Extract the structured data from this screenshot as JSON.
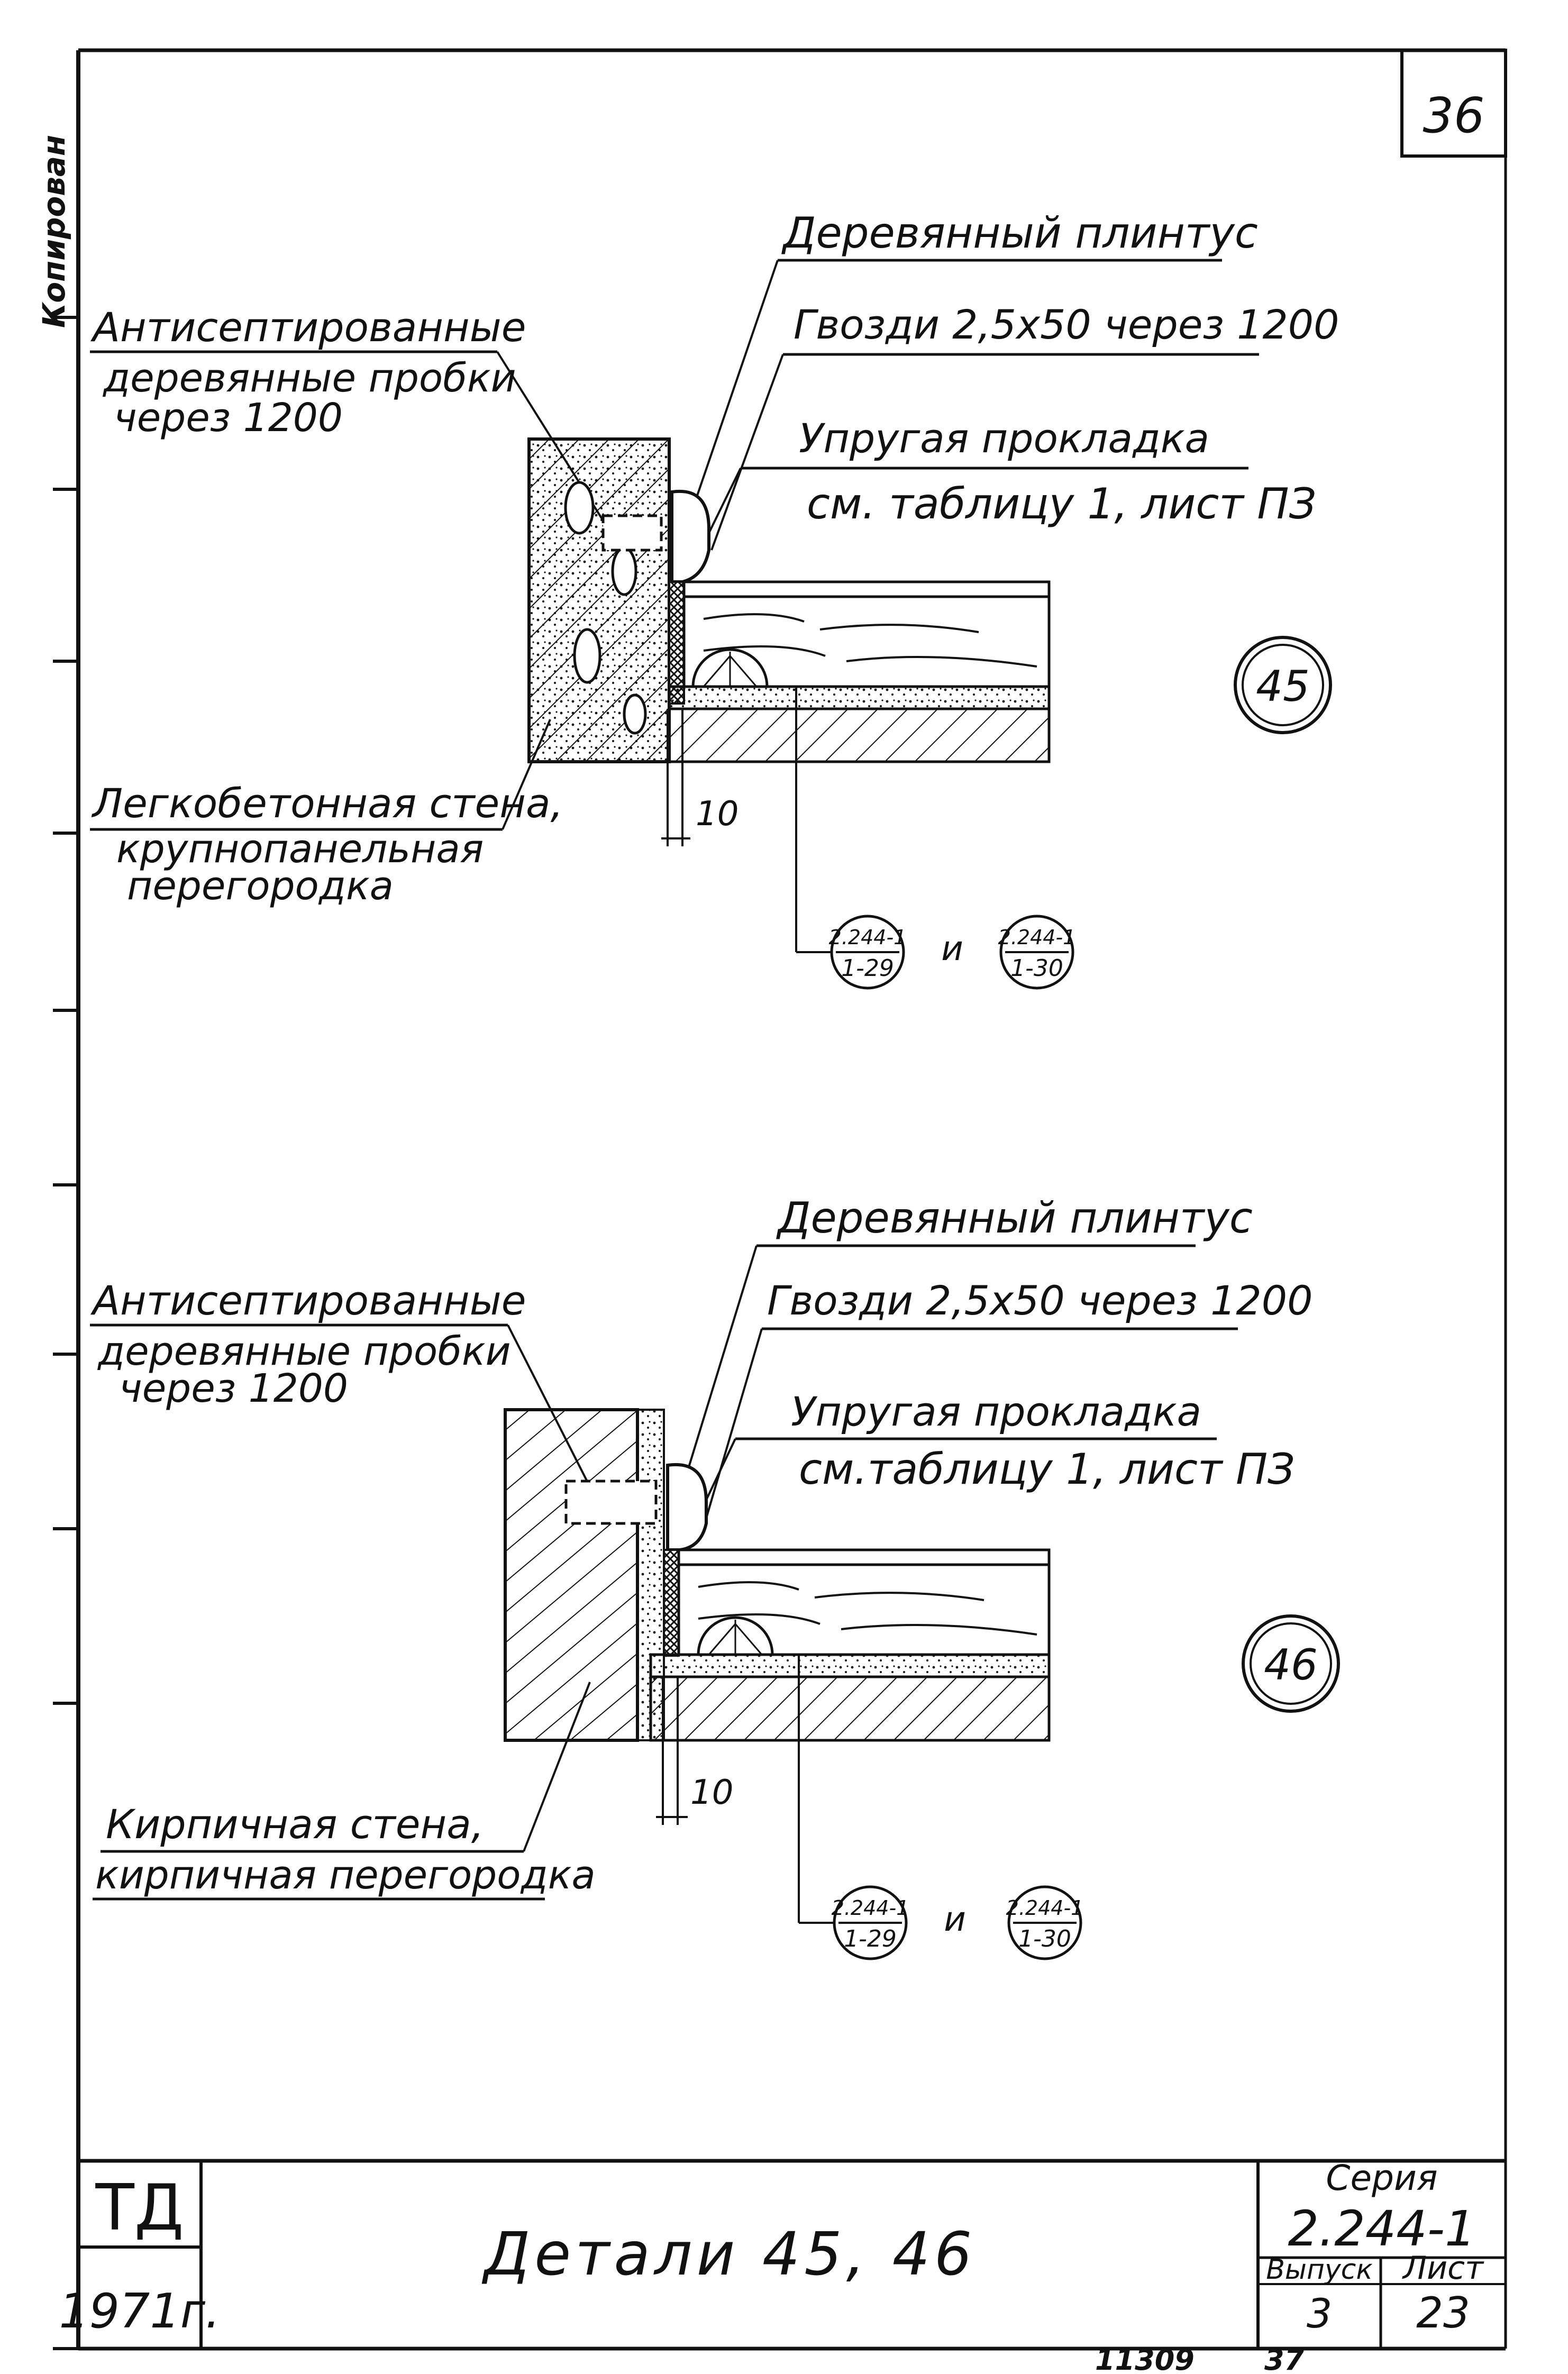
{
  "sheet": {
    "page_number": "36",
    "side_stamp": "Копирован",
    "bottom_left_number": "11309",
    "bottom_right_number": "37"
  },
  "detail_45": {
    "label_skirting": "Деревянный плинтус",
    "label_nails": "Гвозди 2,5х50 через 1200",
    "label_gasket_1": "Упругая прокладка",
    "label_gasket_2": "см. таблицу 1, лист ПЗ",
    "label_plugs_1": "Антисептированные",
    "label_plugs_2": "деревянные пробки",
    "label_plugs_3": "через 1200",
    "label_wall_1": "Легкобетонная стена,",
    "label_wall_2": "крупнопанельная",
    "label_wall_3": "перегородка",
    "dim": "10",
    "marker": "45",
    "ref1_top": "2.244-1",
    "ref1_bottom": "1-29",
    "ref_and": "и",
    "ref2_top": "2.244-1",
    "ref2_bottom": "1-30"
  },
  "detail_46": {
    "label_skirting": "Деревянный плинтус",
    "label_nails": "Гвозди 2,5х50 через 1200",
    "label_gasket_1": "Упругая прокладка",
    "label_gasket_2": "см.таблицу 1, лист ПЗ",
    "label_plugs_1": "Антисептированные",
    "label_plugs_2": "деревянные пробки",
    "label_plugs_3": "через 1200",
    "label_wall_1": "Кирпичная стена,",
    "label_wall_2": "кирпичная перегородка",
    "dim": "10",
    "marker": "46",
    "ref1_top": "2.244-1",
    "ref1_bottom": "1-29",
    "ref_and": "и",
    "ref2_top": "2.244-1",
    "ref2_bottom": "1-30"
  },
  "title_block": {
    "org": "ТД",
    "year": "1971г.",
    "title": "Детали 45, 46",
    "series_label": "Серия",
    "series_value": "2.244-1",
    "issue_label": "Выпуск",
    "issue_value": "3",
    "sheet_label": "Лист",
    "sheet_value": "23"
  }
}
